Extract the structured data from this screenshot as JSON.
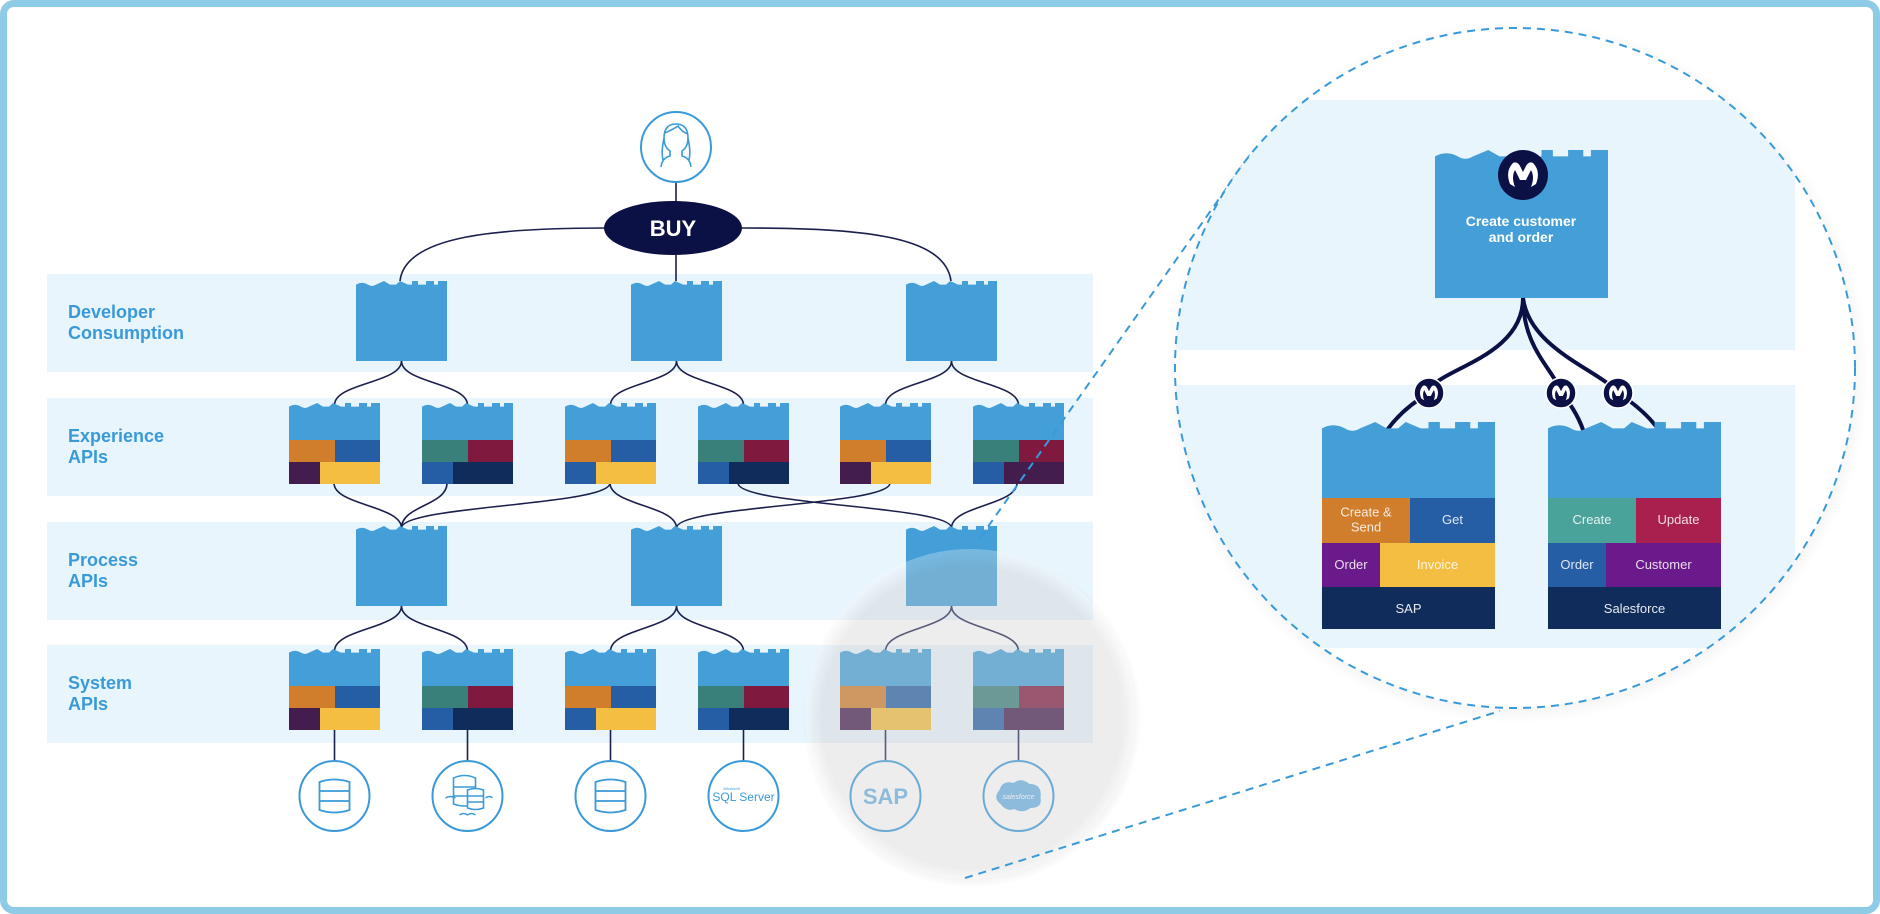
{
  "diagram": {
    "title": "API-led connectivity layers",
    "actor": {
      "icon": "user-woman-icon"
    },
    "entry_node": {
      "label": "BUY"
    },
    "layers": [
      {
        "id": "developer",
        "label": "Developer\nConsumption",
        "box_count": 3
      },
      {
        "id": "experience",
        "label": "Experience\nAPIs",
        "box_count": 6
      },
      {
        "id": "process",
        "label": "Process\nAPIs",
        "box_count": 3
      },
      {
        "id": "system",
        "label": "System\nAPIs",
        "box_count": 6
      }
    ],
    "backend_systems": [
      {
        "icon": "database-icon",
        "label": ""
      },
      {
        "icon": "data-lake-icon",
        "label": ""
      },
      {
        "icon": "database-icon",
        "label": ""
      },
      {
        "icon": "sql-server-icon",
        "label": "SQL Server",
        "sublabel": "Microsoft"
      },
      {
        "icon": "sap-icon",
        "label": "SAP"
      },
      {
        "icon": "salesforce-icon",
        "label": "salesforce"
      }
    ],
    "zoom_detail": {
      "process_api": {
        "label": "Create customer\nand order",
        "icon": "mulesoft-icon"
      },
      "system_apis": [
        {
          "name": "SAP",
          "operations": [
            "Create &\nSend",
            "Get"
          ],
          "resources": [
            "Order",
            "Invoice"
          ]
        },
        {
          "name": "Salesforce",
          "operations": [
            "Create",
            "Update"
          ],
          "resources": [
            "Order",
            "Customer"
          ]
        }
      ]
    }
  },
  "colors": {
    "frame": "#8ECBE6",
    "band": "#E8F5FD",
    "api_blue": "#449FD8",
    "layer_label": "#3A9AD9",
    "navy": "#0C1145",
    "connector": "#1B1F4B",
    "orange": "#D07D2C",
    "mid_blue": "#255EA5",
    "dark_purple": "#431D4E",
    "yellow": "#F3BE41",
    "teal": "#39807A",
    "crimson": "#7F1A3E",
    "dark_navy": "#0F2C5B",
    "purple": "#6A1A8A",
    "teal_light": "#4AA39A",
    "crimson_light": "#A9204E",
    "dashed": "#3A9AD9"
  }
}
